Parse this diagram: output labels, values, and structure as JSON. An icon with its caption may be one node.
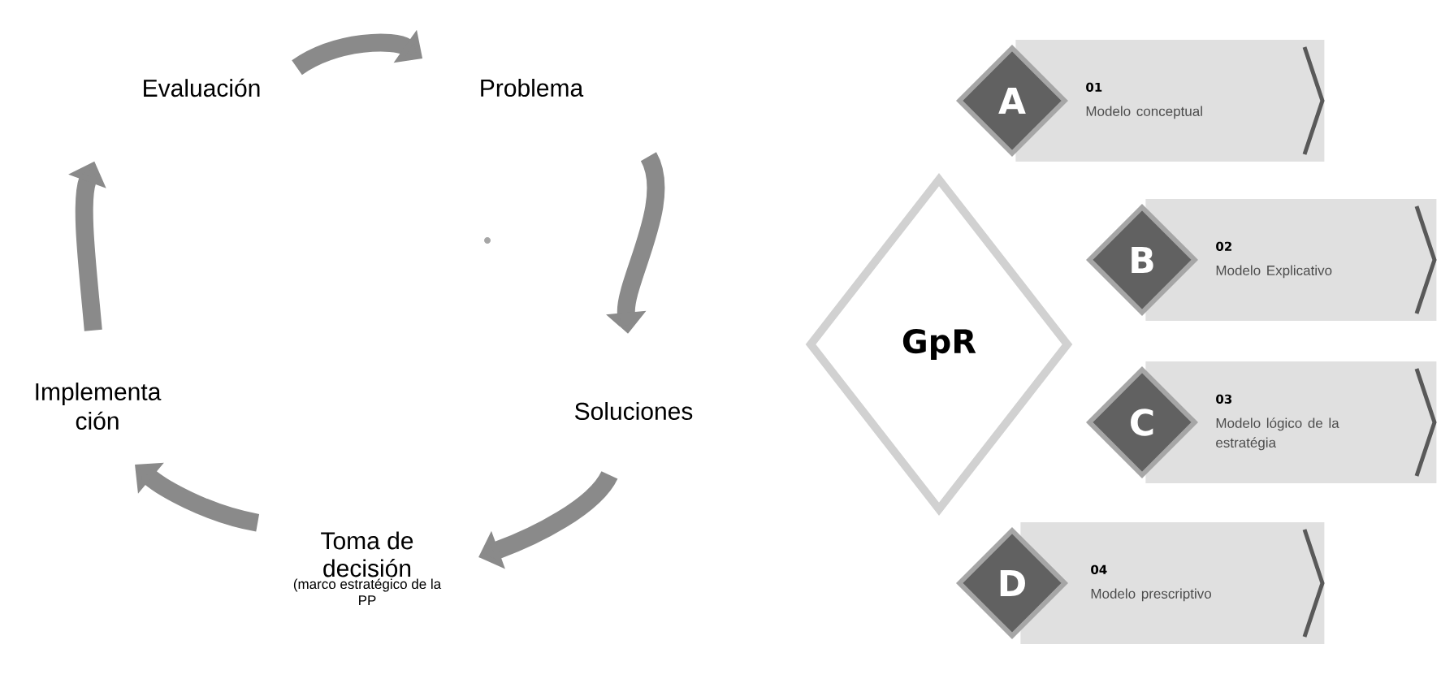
{
  "diagram": {
    "nodes": [
      {
        "text": [
          "Problema"
        ]
      },
      {
        "text": [
          "Soluciones"
        ]
      },
      {
        "text": [
          "Toma de decisión",
          "(marco estratégico de la PP"
        ]
      },
      {
        "text": [
          "Implementa ción"
        ]
      },
      {
        "text": [
          "Evaluación"
        ]
      },
      {
        "text": [
          "GpR"
        ]
      },
      {
        "text": [
          "A"
        ]
      },
      {
        "text": [
          "01",
          "Modelo conceptual"
        ]
      },
      {
        "text": [
          "B"
        ]
      },
      {
        "text": [
          "02",
          "Modelo Explicativo"
        ]
      },
      {
        "text": [
          "C"
        ]
      },
      {
        "text": [
          "03",
          "Modelo lógico de la estratégia"
        ]
      },
      {
        "text": [
          "D"
        ]
      },
      {
        "text": [
          "04",
          "Modelo prescriptivo"
        ]
      }
    ],
    "edges": [
      {
        "from": 4,
        "to": 0,
        "arrow": "to"
      },
      {
        "from": 0,
        "to": 1,
        "arrow": "to"
      },
      {
        "from": 1,
        "to": 2,
        "arrow": "to"
      },
      {
        "from": 2,
        "to": 3,
        "arrow": "to"
      },
      {
        "from": 3,
        "to": 4,
        "arrow": "to"
      }
    ]
  }
}
